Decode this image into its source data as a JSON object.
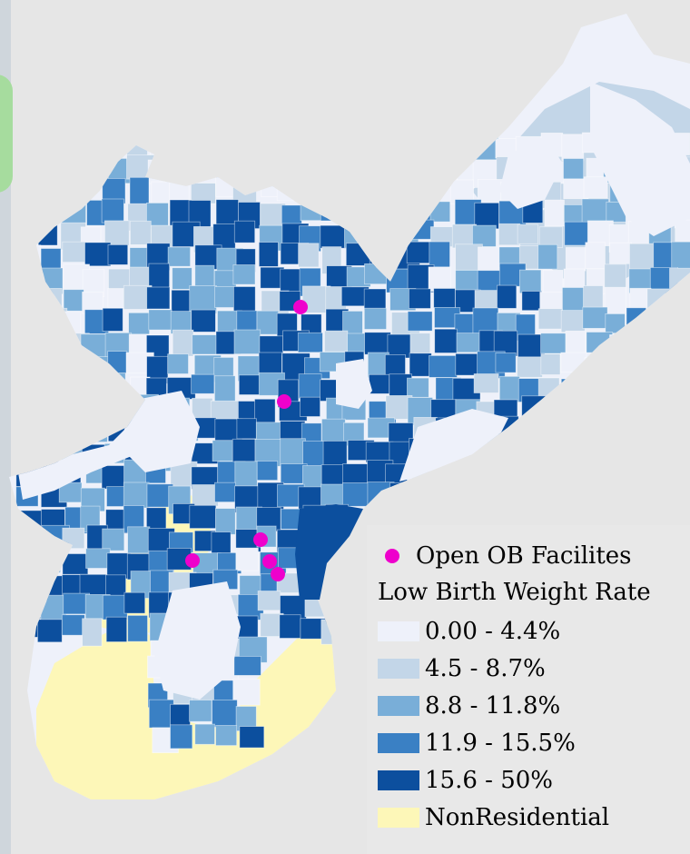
{
  "legend": {
    "facility_label": "Open OB Facilites",
    "facility_color": "#ee00cc",
    "title": "Low Birth Weight Rate",
    "classes": [
      {
        "label": "0.00 - 4.4%",
        "color": "#eef1fa"
      },
      {
        "label": "4.5 - 8.7%",
        "color": "#c3d6e8"
      },
      {
        "label": "8.8 - 11.8%",
        "color": "#79aed8"
      },
      {
        "label": "11.9 - 15.5%",
        "color": "#3a80c4"
      },
      {
        "label": "15.6 - 50%",
        "color": "#0c4f9e"
      },
      {
        "label": "NonResidential",
        "color": "#fdf7b8"
      }
    ]
  },
  "map": {
    "background_color": "#e6e6e6",
    "facility_count": 6
  }
}
